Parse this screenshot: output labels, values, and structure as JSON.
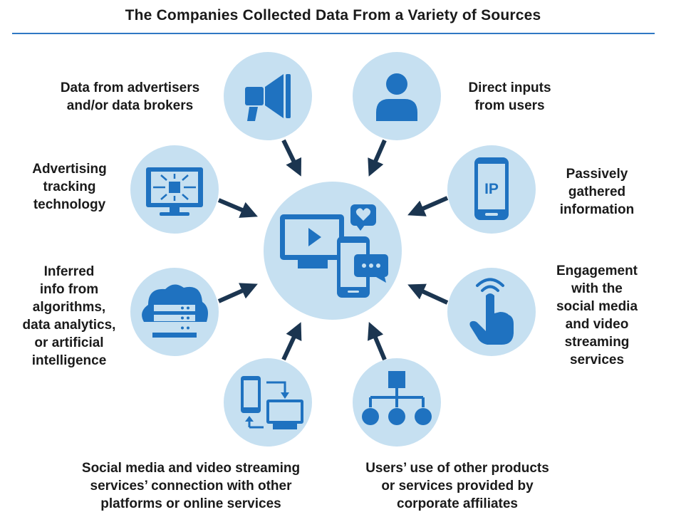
{
  "title": "The Companies Collected Data From a Variety of Sources",
  "colors": {
    "circle": "#c6e0f1",
    "icon": "#1f72c0",
    "arrow": "#1b3550",
    "rule": "#2f78c4"
  },
  "nodes": [
    {
      "id": "advertisers",
      "icon": "megaphone-icon",
      "label": "Data from advertisers\nand/or data brokers"
    },
    {
      "id": "direct-inputs",
      "icon": "user-icon",
      "label": "Direct inputs\nfrom users"
    },
    {
      "id": "tracking-tech",
      "icon": "tracking-monitor-icon",
      "label": "Advertising\ntracking\ntechnology"
    },
    {
      "id": "passive",
      "icon": "ip-phone-icon",
      "label": "Passively\ngathered\ninformation"
    },
    {
      "id": "inferred",
      "icon": "cloud-server-icon",
      "label": "Inferred\ninfo from\nalgorithms,\ndata analytics,\nor artificial\nintelligence"
    },
    {
      "id": "engagement",
      "icon": "touch-hand-icon",
      "label": "Engagement\nwith the\nsocial media\nand video\nstreaming\nservices"
    },
    {
      "id": "connections",
      "icon": "device-sync-icon",
      "label": "Social media and video streaming\nservices’ connection with other\nplatforms or online services"
    },
    {
      "id": "affiliates",
      "icon": "org-hierarchy-icon",
      "label": "Users’ use of other products\nor services provided by\ncorporate affiliates"
    }
  ],
  "center": {
    "icon": "media-devices-icon"
  }
}
